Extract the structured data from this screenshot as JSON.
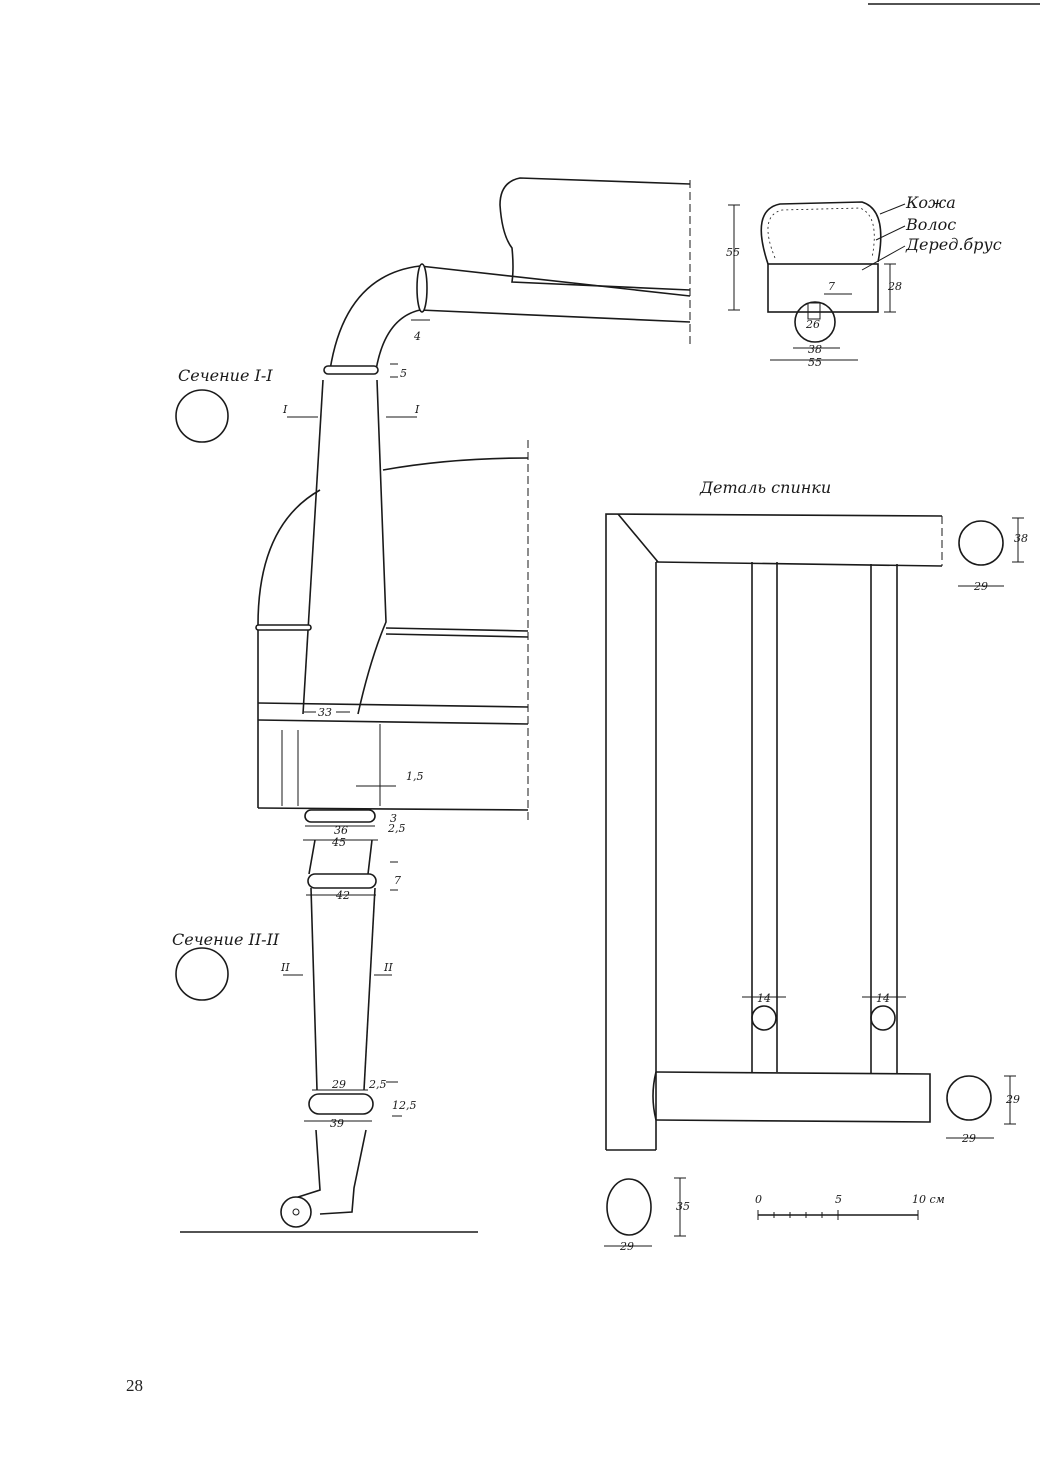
{
  "labels": {
    "section_1": "Сечение I-I",
    "section_2": "Сечение II-II",
    "back_detail": "Деталь спинки",
    "section_mark_1": "I",
    "section_mark_2": "II",
    "layer_leather": "Кожа",
    "layer_hair": "Волос",
    "layer_wood": "Деред.брус"
  },
  "dimensions": {
    "arm_gap": "4",
    "ring_height": "5",
    "post_width": "33",
    "offset_15": "1,5",
    "collar_3": "3",
    "collar_36": "36",
    "collar_45": "45",
    "collar_25": "2,5",
    "ring_7": "7",
    "ring_42": "42",
    "lower_29": "29",
    "lower_25": "2,5",
    "lower_125": "12,5",
    "lower_39": "39",
    "cushion_55h": "55",
    "cushion_28": "28",
    "cushion_7": "7",
    "cushion_26": "26",
    "cushion_38": "38",
    "cushion_55w": "55",
    "spindle_14a": "14",
    "spindle_14b": "14",
    "top_rail_h": "38",
    "top_rail_w": "29",
    "bottom_rail_h": "29",
    "bottom_rail_w": "29",
    "post_oval_h": "35",
    "post_oval_w": "29"
  },
  "scale": {
    "tick_0": "0",
    "tick_5": "5",
    "tick_10": "10 см"
  },
  "page_number": "28"
}
